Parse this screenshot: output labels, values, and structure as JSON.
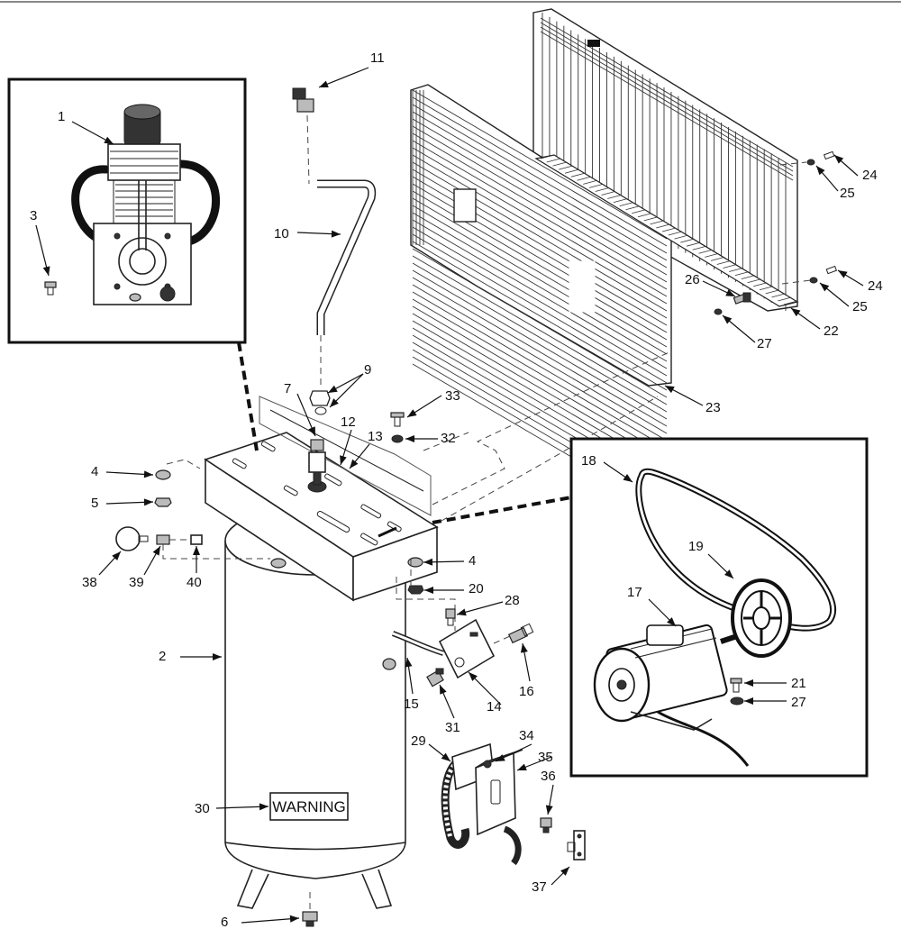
{
  "labels": {
    "l1": "1",
    "l2": "2",
    "l3": "3",
    "l4a": "4",
    "l4b": "4",
    "l5": "5",
    "l6": "6",
    "l7": "7",
    "l9": "9",
    "l10": "10",
    "l11": "11",
    "l12": "12",
    "l13": "13",
    "l14": "14",
    "l15": "15",
    "l16": "16",
    "l17": "17",
    "l18": "18",
    "l19": "19",
    "l20": "20",
    "l21": "21",
    "l22": "22",
    "l23": "23",
    "l24a": "24",
    "l24b": "24",
    "l25a": "25",
    "l25b": "25",
    "l26": "26",
    "l27a": "27",
    "l27b": "27",
    "l28": "28",
    "l29": "29",
    "l30": "30",
    "l31": "31",
    "l32": "32",
    "l33": "33",
    "l34": "34",
    "l35": "35",
    "l36": "36",
    "l37": "37",
    "l38": "38",
    "l39": "39",
    "l40": "40"
  },
  "tank_label": "WARNING",
  "colors": {
    "line": "#222222",
    "background": "#ffffff"
  }
}
